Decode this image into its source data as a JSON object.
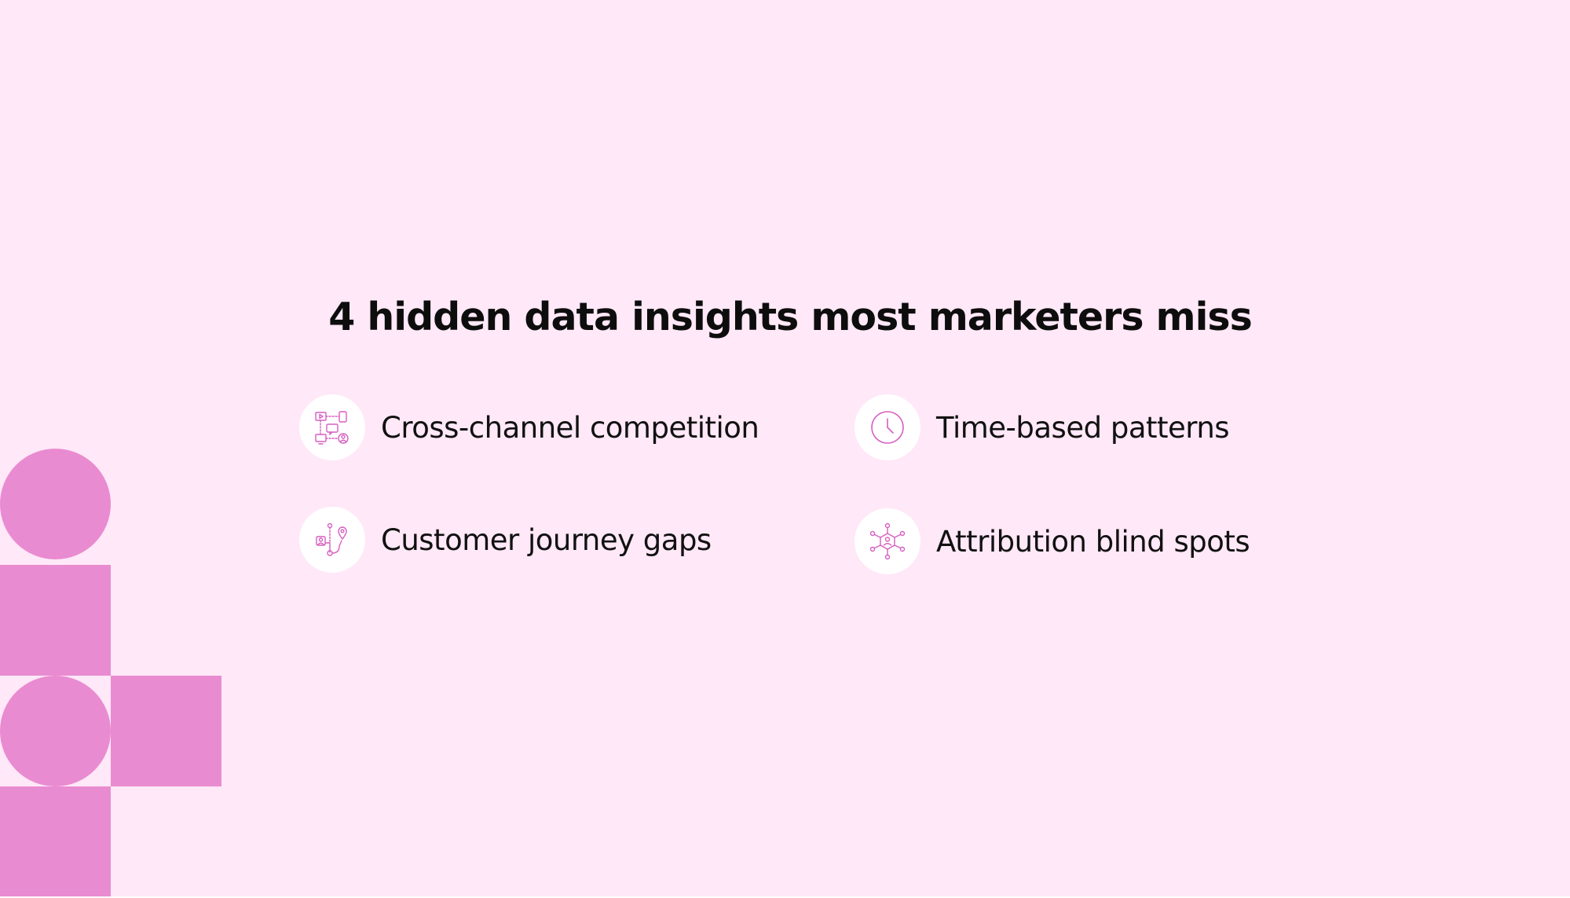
{
  "slide": {
    "title": "4 hidden data insights most marketers miss",
    "accent_color": "#e98bd1",
    "background_color": "#ffe8f7",
    "items": [
      {
        "label": "Cross-channel competition",
        "icon": "channels-network-icon"
      },
      {
        "label": "Time-based patterns",
        "icon": "clock-icon"
      },
      {
        "label": "Customer journey gaps",
        "icon": "customer-journey-icon"
      },
      {
        "label": "Attribution blind spots",
        "icon": "attribution-network-icon"
      }
    ]
  }
}
